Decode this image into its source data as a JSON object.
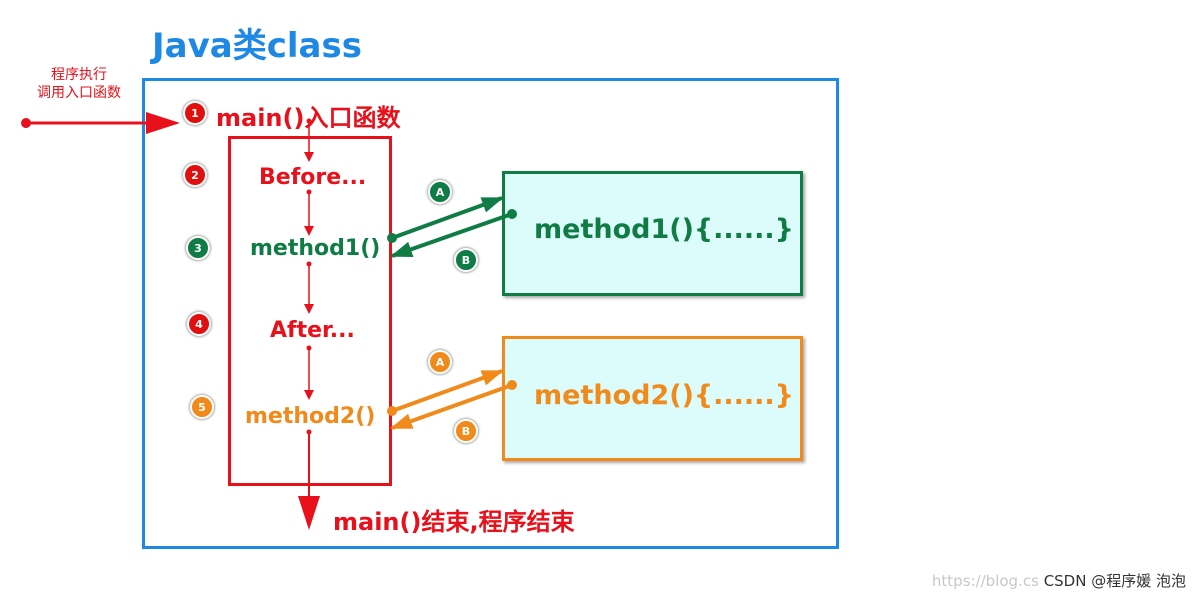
{
  "title": "Java类class",
  "caller_label": {
    "line1": "程序执行",
    "line2": "调用入口函数"
  },
  "main_entry": "main()入口函数",
  "steps": [
    {
      "badge": "1",
      "label": ""
    },
    {
      "badge": "2",
      "label": "Before..."
    },
    {
      "badge": "3",
      "label": "method1()"
    },
    {
      "badge": "4",
      "label": "After..."
    },
    {
      "badge": "5",
      "label": "method2()"
    }
  ],
  "method1_box": {
    "label": "method1(){......}",
    "arrow_a": "A",
    "arrow_b": "B"
  },
  "method2_box": {
    "label": "method2(){......}",
    "arrow_a": "A",
    "arrow_b": "B"
  },
  "main_end": "main()结束,程序结束",
  "watermark": {
    "url": "https://blog.cs",
    "author": "CSDN @程序媛 泡泡"
  },
  "colors": {
    "blue": "#1e88e5",
    "red": "#e8101a",
    "green": "#0e7c44",
    "orange": "#f08a1a",
    "box_fill": "#dcfbfb"
  }
}
